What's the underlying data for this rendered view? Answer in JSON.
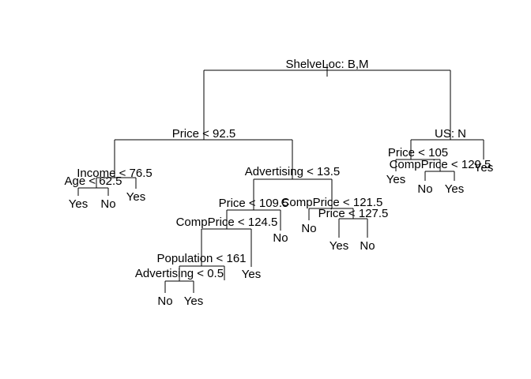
{
  "tree": {
    "split_labels": [
      "ShelveLoc: B,M",
      "Price < 92.5",
      "US: N",
      "Income < 76.5",
      "Advertising < 13.5",
      "Price < 105",
      "Age < 62.5",
      "Price < 109.5",
      "CompPrice < 121.5",
      "CompPrice < 129.5",
      "CompPrice < 124.5",
      "Price < 127.5",
      "Population < 161",
      "Advertising < 0.5"
    ],
    "leaf_labels": [
      "Yes",
      "No",
      "Yes",
      "No",
      "No",
      "Yes",
      "No",
      "Yes",
      "No",
      "Yes",
      "Yes",
      "No",
      "Yes",
      "Yes"
    ]
  }
}
